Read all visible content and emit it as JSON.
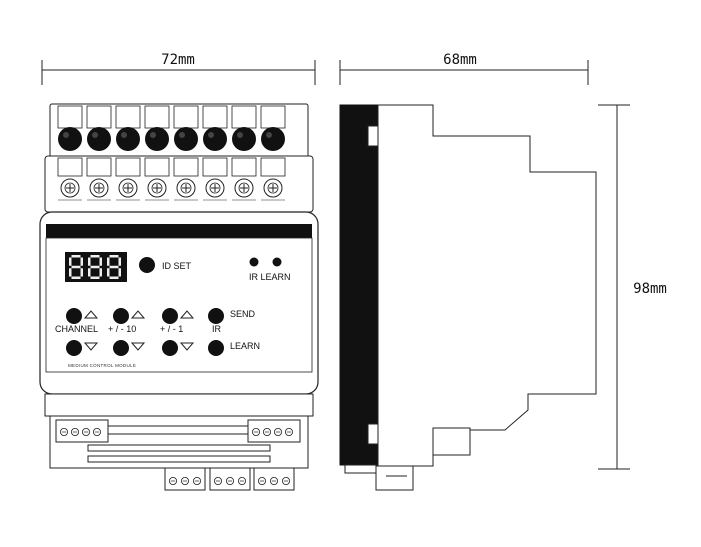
{
  "dimensions": {
    "width_label": "72mm",
    "depth_label": "68mm",
    "height_label": "98mm"
  },
  "front_panel": {
    "display_digits": "888",
    "id_set_label": "ID SET",
    "ir_learn_label": "IR LEARN",
    "module_name": "MEDIUM CONTROL MODULE",
    "buttons": [
      {
        "label": "CHANNEL"
      },
      {
        "label": "+ / - 10"
      },
      {
        "label": "+ / - 1"
      }
    ],
    "send_label": "SEND",
    "ir_label": "IR",
    "learn_label": "LEARN"
  },
  "terminals": {
    "top_count": 8,
    "bottom_left_count": 4,
    "bottom_right_count": 4,
    "bottom_groups": [
      3,
      3,
      3
    ]
  }
}
